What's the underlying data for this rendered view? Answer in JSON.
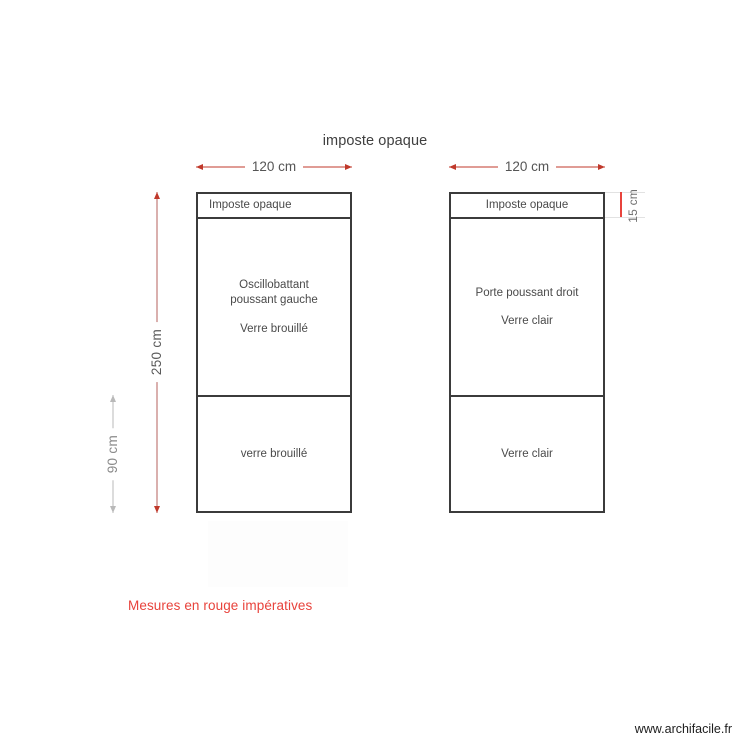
{
  "drawing": {
    "title": "imposte opaque",
    "note": "Mesures en rouge impératives",
    "footer": "www.archifacile.fr",
    "colors": {
      "imperative_red": "#e8433c",
      "dimension_red": "#c0392b",
      "optional_gray": "#b9b9b9",
      "frame": "#3b3b3b"
    }
  },
  "dimensions": {
    "width_left": "120 cm",
    "width_right": "120 cm",
    "total_height": "250 cm",
    "lower_height": "90 cm",
    "imposte_height": "15 cm"
  },
  "panels": [
    {
      "name": "left-panel",
      "imposte_label": "Imposte opaque",
      "main": {
        "line1": "Oscillobattant",
        "line2": "poussant gauche",
        "line3": "Verre brouillé"
      },
      "lower": {
        "line1": "verre brouillé"
      }
    },
    {
      "name": "right-panel",
      "imposte_label": "Imposte opaque",
      "main": {
        "line1": "Porte poussant droit",
        "line2": "Verre clair"
      },
      "lower": {
        "line1": "Verre clair"
      }
    }
  ]
}
